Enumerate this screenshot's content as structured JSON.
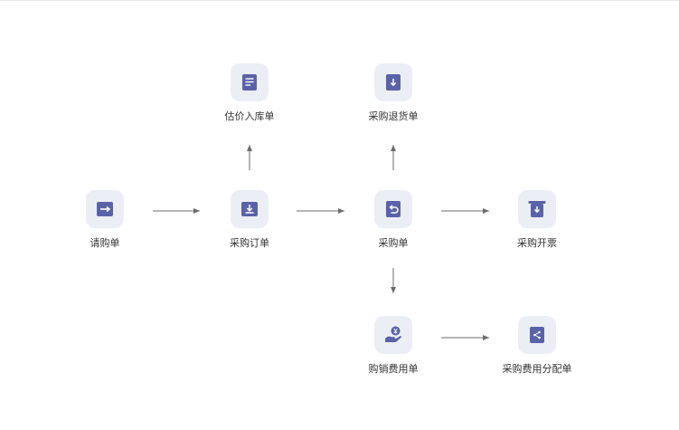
{
  "colors": {
    "accent": "#5a62a8",
    "tile_bg": "#eceef5",
    "arrow": "#6b6b6b",
    "text": "#333333"
  },
  "nodes": {
    "requisition": {
      "label": "请购单",
      "icon": "arrow-right-icon"
    },
    "purchase_order": {
      "label": "采购订单",
      "icon": "download-tray-icon"
    },
    "estimated_inbound": {
      "label": "估价入库单",
      "icon": "document-lines-icon"
    },
    "purchase_return": {
      "label": "采购退货单",
      "icon": "arrow-down-icon"
    },
    "purchase": {
      "label": "采购单",
      "icon": "return-arrow-icon"
    },
    "purchase_invoice": {
      "label": "采购开票",
      "icon": "invoice-icon"
    },
    "purchase_expense": {
      "label": "购销费用单",
      "icon": "yuan-hand-icon"
    },
    "expense_allocation": {
      "label": "采购费用分配单",
      "icon": "share-icon"
    }
  }
}
